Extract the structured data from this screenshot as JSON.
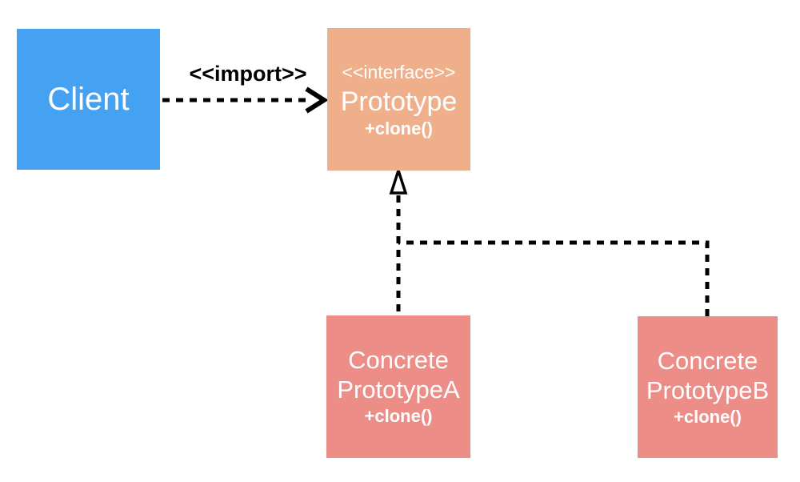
{
  "diagram": {
    "kind": "uml-class-diagram",
    "pattern": "Prototype",
    "colors": {
      "client": "#45A1F1",
      "interface": "#F0AF8B",
      "concrete": "#EC8D87",
      "line": "#000000",
      "node_text": "#FFFFFF"
    },
    "nodes": {
      "client": {
        "label": "Client"
      },
      "prototype": {
        "stereotype": "<<interface>>",
        "label": "Prototype",
        "method": "+clone()"
      },
      "concrete_a": {
        "label_line1": "Concrete",
        "label_line2": "PrototypeA",
        "method": "+clone()"
      },
      "concrete_b": {
        "label_line1": "Concrete",
        "label_line2": "PrototypeB",
        "method": "+clone()"
      }
    },
    "edges": {
      "import_dependency": {
        "label": "<<import>>",
        "from": "Client",
        "to": "Prototype",
        "style": "dashed-open-arrow"
      },
      "realization_a": {
        "from": "ConcretePrototypeA",
        "to": "Prototype",
        "style": "dashed-hollow-triangle"
      },
      "realization_b": {
        "from": "ConcretePrototypeB",
        "to": "Prototype",
        "style": "dashed-hollow-triangle"
      }
    }
  }
}
